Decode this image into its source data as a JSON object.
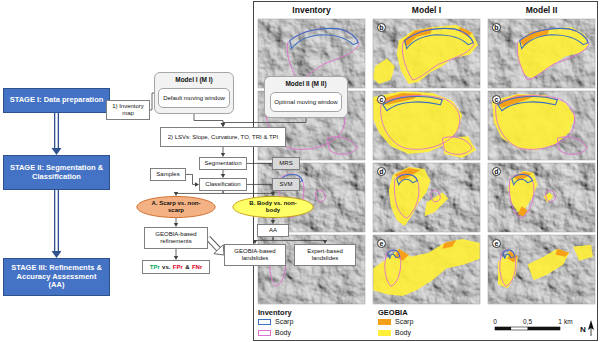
{
  "diagram": {
    "nodes": [
      {
        "text": [
          "STAGE I: Data preparation"
        ]
      },
      {
        "text": [
          "STAGE II: Segmentation & Classification"
        ]
      },
      {
        "text": [
          "STAGE III: Refinements & Accuracy Assessment (AA)"
        ]
      },
      {
        "text": [
          "Model I (M I)"
        ]
      },
      {
        "text": [
          "Default moving window"
        ],
        "in": 3
      },
      {
        "text": [
          "Model II (M II)"
        ]
      },
      {
        "text": [
          "Optimal moving window"
        ],
        "in": 5
      },
      {
        "text": [
          "1) Inventory map"
        ]
      },
      {
        "text": [
          "2) LSVs: Slope, Curvature, TO, TRI & TPI"
        ]
      },
      {
        "text": [
          "Segmentation"
        ]
      },
      {
        "text": [
          "MRS"
        ]
      },
      {
        "text": [
          "Samples"
        ]
      },
      {
        "text": [
          "Classification"
        ]
      },
      {
        "text": [
          "SVM"
        ]
      },
      {
        "text": [
          "A. Scarp vs. non-scarp"
        ]
      },
      {
        "text": [
          "B. Body vs. non-body"
        ]
      },
      {
        "text": [
          "GEOBIA-based refinements"
        ]
      },
      {
        "text": [
          "AA"
        ]
      },
      {
        "text": [
          "TPr",
          "vs.",
          "FPr",
          "&",
          "FNr"
        ]
      },
      {
        "text": [
          "GEOBIA-based landslides"
        ]
      },
      {
        "text": [
          "Expert-based landslides"
        ]
      }
    ],
    "edges": [
      {
        "from": 0,
        "to": 1,
        "arrow": "to"
      },
      {
        "from": 1,
        "to": 2,
        "arrow": "to"
      },
      {
        "from": 3,
        "to": 8,
        "arrow": "to"
      },
      {
        "from": 5,
        "to": 8,
        "arrow": "to"
      },
      {
        "from": 7,
        "to": 3,
        "arrow": "none"
      },
      {
        "from": 8,
        "to": 9,
        "arrow": "to"
      },
      {
        "from": 9,
        "to": 10,
        "arrow": "none"
      },
      {
        "from": 9,
        "to": 12,
        "arrow": "to"
      },
      {
        "from": 11,
        "to": 12,
        "arrow": "to"
      },
      {
        "from": 12,
        "to": 13,
        "arrow": "none"
      },
      {
        "from": 12,
        "to": 14,
        "arrow": "to"
      },
      {
        "from": 12,
        "to": 15,
        "arrow": "to"
      },
      {
        "from": 14,
        "to": 16,
        "arrow": "to"
      },
      {
        "from": 16,
        "to": 18,
        "arrow": "to"
      },
      {
        "from": 16,
        "to": 19,
        "arrow": "to"
      },
      {
        "from": 15,
        "to": 17,
        "arrow": "to"
      },
      {
        "from": 17,
        "to": 19,
        "arrow": "to"
      },
      {
        "from": 17,
        "to": 20,
        "arrow": "to"
      }
    ],
    "labels": [
      "Inventory",
      "Model I",
      "Model II",
      "b",
      "b",
      "c",
      "c",
      "d",
      "d",
      "e",
      "e",
      "Inventory",
      "GEOBIA",
      "0",
      "0,5",
      "1",
      "km",
      "N"
    ],
    "legend": [
      {
        "text": "Scarp"
      },
      {
        "text": "Body"
      },
      {
        "text": "Scarp",
        "color": "#f6a01a"
      },
      {
        "text": "Body",
        "color": "#ffef3a"
      }
    ]
  }
}
